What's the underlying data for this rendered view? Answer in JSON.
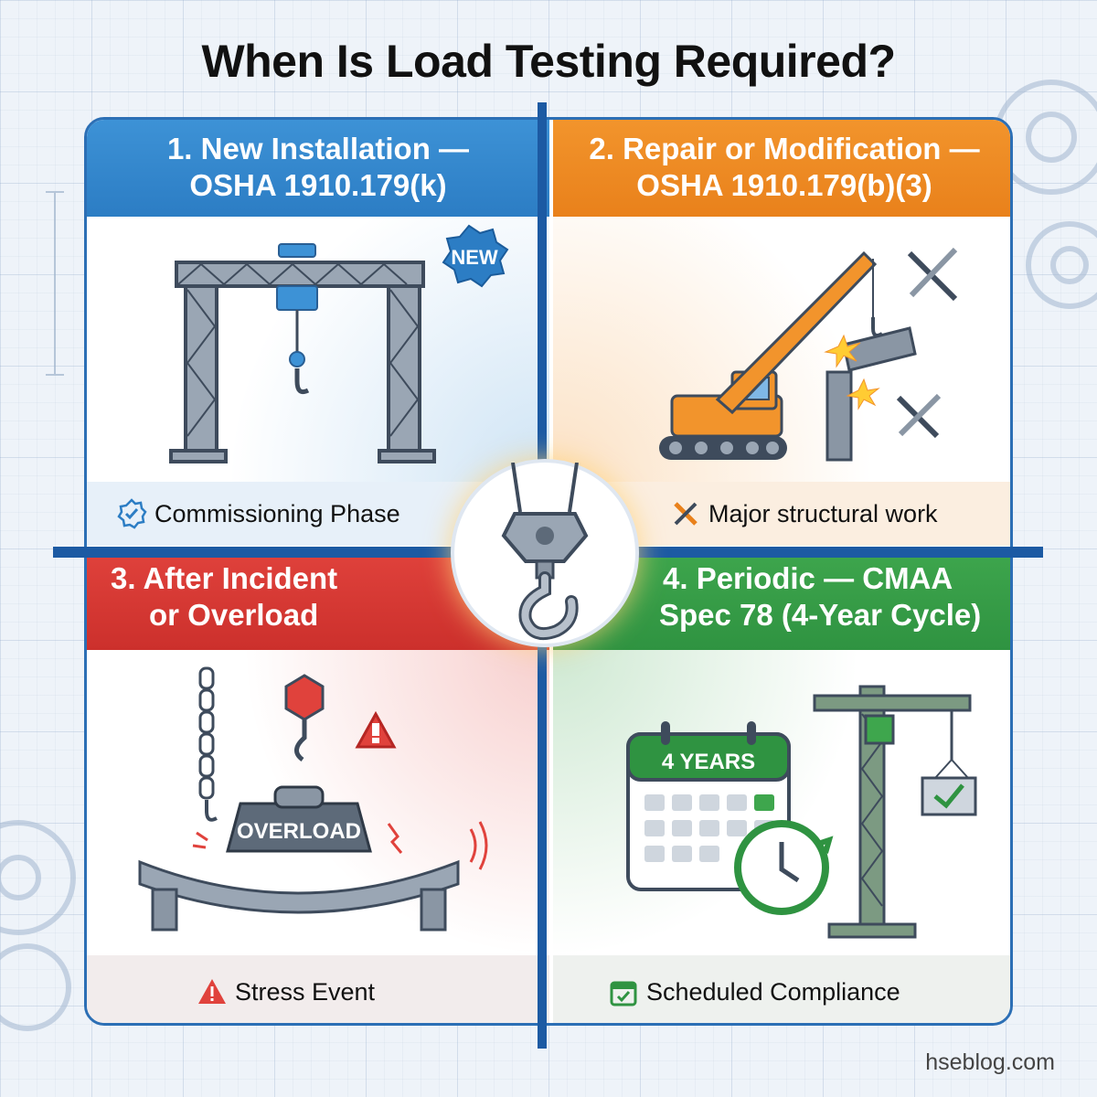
{
  "title": "When Is Load Testing Required?",
  "quadrants": [
    {
      "heading_line1": "1. New Installation —",
      "heading_line2": "OSHA 1910.179(k)",
      "badge": "NEW",
      "footer": "Commissioning Phase",
      "footer_icon": "check-badge-icon",
      "color": "#2c7dc4"
    },
    {
      "heading_line1": "2. Repair or Modification —",
      "heading_line2": "OSHA 1910.179(b)(3)",
      "footer": "Major structural work",
      "footer_icon": "tools-icon",
      "color": "#e9811b"
    },
    {
      "heading_line1": "3. After Incident",
      "heading_line2": "or Overload",
      "weight_label": "OVERLOAD",
      "footer": "Stress Event",
      "footer_icon": "warning-icon",
      "color": "#cc302c"
    },
    {
      "heading_line1": "4. Periodic — CMAA",
      "heading_line2": "Spec 78 (4-Year Cycle)",
      "calendar_label": "4 YEARS",
      "footer": "Scheduled Compliance",
      "footer_icon": "calendar-check-icon",
      "color": "#2f9341"
    }
  ],
  "divider_color": "#1c5aa3",
  "credit": "hseblog.com"
}
